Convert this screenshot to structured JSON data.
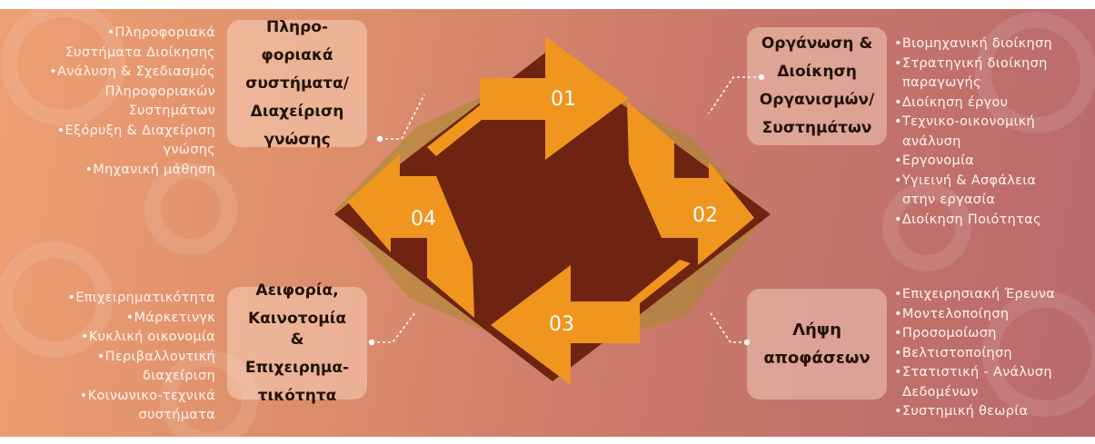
{
  "diagram": {
    "quadrants": [
      {
        "number": "01",
        "title": "Πληρο-φοριακά συστήματα/ Διαχείριση γνώσης",
        "items": [
          "•Πληροφοριακά",
          "Συστήματα Διοίκησης",
          "•Ανάλυση & Σχεδιασμός",
          "Πληροφοριακών",
          "Συστημάτων",
          "•Εξόρυξη & Διαχείριση",
          "γνώσης",
          "•Μηχανική μάθηση"
        ]
      },
      {
        "number": "02",
        "title": "Οργάνωση & Διοίκηση Οργανισμών/ Συστημάτων",
        "items": [
          "•Βιομηχανική διοίκηση",
          "•Στρατηγική διοίκηση",
          "παραγωγής",
          "•Διοίκηση έργου",
          "•Τεχνικο-οικονομική",
          "ανάλυση",
          "•Εργονομία",
          "•Υγιεινή & Ασφάλεια",
          "στην εργασία",
          "•Διοίκηση Ποιότητας"
        ]
      },
      {
        "number": "03",
        "title": "Λήψη αποφάσεων",
        "items": [
          "•Επιχειρησιακή Έρευνα",
          "•Μοντελοποίηση",
          "•Προσομοίωση",
          "•Βελτιστοποίηση",
          "•Στατιστική - Ανάλυση",
          "Δεδομένων",
          "•Συστημική θεωρία"
        ]
      },
      {
        "number": "04",
        "title": "Αειφορία, Καινοτομία & Επιχειρημα-τικότητα",
        "items": [
          "•Επιχειρηματικότητα",
          "•Μάρκετινγκ",
          "•Κυκλική οικονομία",
          "•Περιβαλλοντική",
          "διαχείριση",
          "•Κοινωνικο-τεχνικά",
          "συστήματα"
        ]
      }
    ],
    "title_lines": {
      "q1": [
        "Πληρο-",
        "φοριακά",
        "συστήματα/",
        "Διαχείριση",
        "γνώσης"
      ],
      "q2": [
        "Οργάνωση &",
        "Διοίκηση",
        "Οργανισμών/",
        "Συστημάτων"
      ],
      "q3": [
        "Λήψη",
        "αποφάσεων"
      ],
      "q4": [
        "Αειφορία,",
        "Καινοτομία &",
        "Επιχειρημα-",
        "τικότητα"
      ]
    },
    "colors": {
      "arrow_orange": "#f0951e",
      "arrow_dark": "#6e2410",
      "shadow": "#a87a2a",
      "connector": "#ffffff"
    }
  }
}
